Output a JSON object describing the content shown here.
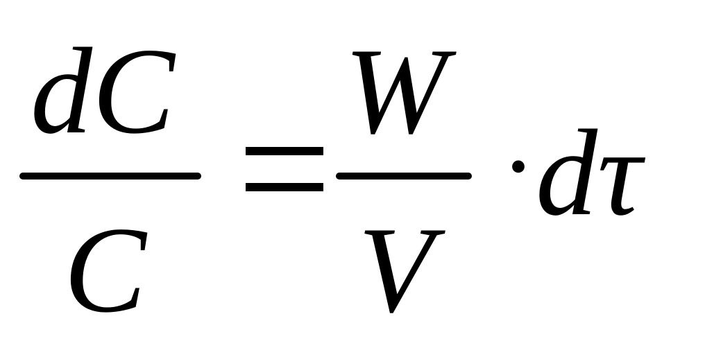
{
  "formula": {
    "left_fraction": {
      "numerator": "dC",
      "denominator": "C"
    },
    "right_fraction": {
      "numerator": "W",
      "denominator": "V"
    },
    "operator_dot": "·",
    "differential": "dτ"
  }
}
